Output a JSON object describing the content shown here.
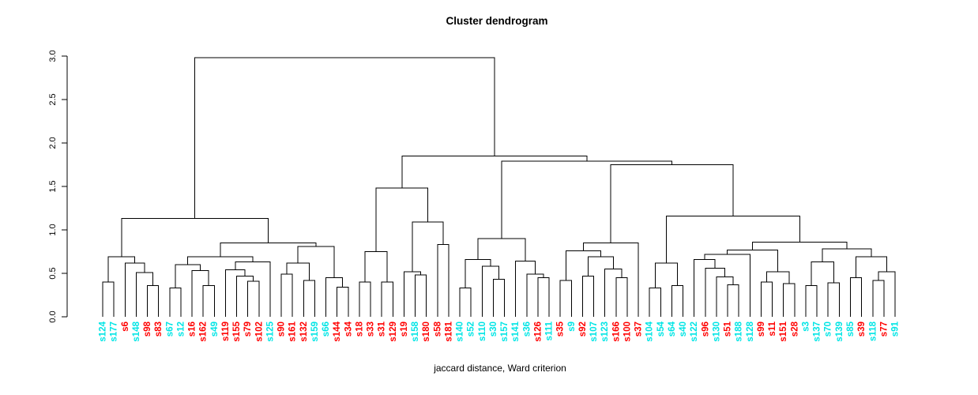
{
  "title": "Cluster dendrogram",
  "xlabel": "jaccard distance, Ward criterion",
  "colors": {
    "cluster_red": "#FF0000",
    "cluster_cyan": "#00E5E5",
    "line": "#000000",
    "axis": "#000000",
    "background": "#FFFFFF"
  },
  "chart_data": {
    "type": "dendrogram",
    "title": "Cluster dendrogram",
    "xlabel": "jaccard distance, Ward criterion",
    "ylabel": "",
    "ylim": [
      0.0,
      3.0
    ],
    "y_ticks": [
      "0.0",
      "0.5",
      "1.0",
      "1.5",
      "2.0",
      "2.5",
      "3.0"
    ],
    "grid": false,
    "legend": "none",
    "leaf_order": [
      "s124",
      "s177",
      "s6",
      "s148",
      "s98",
      "s83",
      "s67",
      "s12",
      "s16",
      "s162",
      "s49",
      "s119",
      "s155",
      "s79",
      "s102",
      "s125",
      "s90",
      "s161",
      "s132",
      "s159",
      "s66",
      "s144",
      "s34",
      "s18",
      "s33",
      "s31",
      "s129",
      "s19",
      "s158",
      "s180",
      "s58",
      "s181",
      "s140",
      "s52",
      "s110",
      "s30",
      "s157",
      "s141",
      "s36",
      "s126",
      "s111",
      "s35",
      "s9",
      "s92",
      "s107",
      "s123",
      "s166",
      "s100",
      "s37",
      "s104",
      "s54",
      "s64",
      "s40",
      "s122",
      "s96",
      "s130",
      "s51",
      "s188",
      "s128",
      "s99",
      "s11",
      "s151",
      "s28",
      "s3",
      "s137",
      "s70",
      "s139",
      "s85",
      "s39",
      "s118",
      "s77",
      "s91"
    ],
    "leaf_colors": {
      "s124": "c",
      "s177": "c",
      "s6": "r",
      "s148": "c",
      "s98": "r",
      "s83": "r",
      "s67": "c",
      "s12": "c",
      "s16": "r",
      "s162": "r",
      "s49": "c",
      "s119": "r",
      "s155": "r",
      "s79": "r",
      "s102": "r",
      "s125": "c",
      "s90": "r",
      "s161": "r",
      "s132": "r",
      "s159": "c",
      "s66": "c",
      "s144": "r",
      "s34": "r",
      "s18": "r",
      "s33": "r",
      "s31": "r",
      "s129": "r",
      "s19": "r",
      "s158": "c",
      "s180": "r",
      "s58": "r",
      "s181": "r",
      "s140": "c",
      "s52": "c",
      "s110": "c",
      "s30": "c",
      "s157": "c",
      "s141": "c",
      "s36": "c",
      "s126": "r",
      "s111": "c",
      "s35": "r",
      "s9": "c",
      "s92": "r",
      "s107": "c",
      "s123": "c",
      "s166": "r",
      "s100": "r",
      "s37": "r",
      "s104": "c",
      "s54": "c",
      "s64": "c",
      "s40": "c",
      "s122": "c",
      "s96": "r",
      "s130": "c",
      "s51": "r",
      "s188": "c",
      "s128": "c",
      "s99": "r",
      "s11": "r",
      "s151": "r",
      "s28": "r",
      "s3": "c",
      "s137": "c",
      "s70": "c",
      "s139": "c",
      "s85": "c",
      "s39": "r",
      "s118": "c",
      "s77": "r",
      "s91": "c"
    },
    "tree": [
      2.98,
      [
        1.13,
        [
          0.69,
          [
            0.4,
            "s124",
            "s177"
          ],
          [
            0.62,
            "s6",
            [
              0.51,
              "s148",
              [
                0.36,
                "s98",
                "s83"
              ]
            ]
          ]
        ],
        [
          0.85,
          [
            0.69,
            [
              0.6,
              [
                0.33,
                "s67",
                "s12"
              ],
              [
                0.53,
                "s16",
                [
                  0.36,
                  "s162",
                  "s49"
                ]
              ]
            ],
            [
              0.63,
              [
                0.54,
                "s119",
                [
                  0.47,
                  "s155",
                  [
                    0.41,
                    "s79",
                    "s102"
                  ]
                ]
              ],
              "s125"
            ]
          ],
          [
            0.81,
            [
              0.62,
              [
                0.49,
                "s90",
                "s161"
              ],
              [
                0.42,
                "s132",
                "s159"
              ]
            ],
            [
              0.45,
              "s66",
              [
                0.34,
                "s144",
                "s34"
              ]
            ]
          ]
        ]
      ],
      [
        1.85,
        [
          1.48,
          [
            0.75,
            [
              0.4,
              "s18",
              "s33"
            ],
            [
              0.4,
              "s31",
              "s129"
            ]
          ],
          [
            1.09,
            [
              0.52,
              "s19",
              [
                0.48,
                "s158",
                "s180"
              ]
            ],
            [
              0.83,
              "s58",
              "s181"
            ]
          ]
        ],
        [
          1.79,
          [
            0.9,
            [
              0.66,
              [
                0.33,
                "s140",
                "s52"
              ],
              [
                0.58,
                "s110",
                [
                  0.43,
                  "s30",
                  "s157"
                ]
              ]
            ],
            [
              0.64,
              "s141",
              [
                0.49,
                "s36",
                [
                  0.45,
                  "s126",
                  "s111"
                ]
              ]
            ]
          ],
          [
            1.75,
            [
              0.85,
              [
                0.76,
                [
                  0.42,
                  "s35",
                  "s9"
                ],
                [
                  0.69,
                  [
                    0.47,
                    "s92",
                    "s107"
                  ],
                  [
                    0.55,
                    "s123",
                    [
                      0.45,
                      "s166",
                      "s100"
                    ]
                  ]
                ]
              ],
              "s37"
            ],
            [
              1.16,
              [
                0.62,
                [
                  0.33,
                  "s104",
                  "s54"
                ],
                [
                  0.36,
                  "s64",
                  "s40"
                ]
              ],
              [
                0.86,
                [
                  0.77,
                  [
                    0.72,
                    [
                      0.66,
                      "s122",
                      [
                        0.56,
                        "s96",
                        [
                          0.46,
                          "s130",
                          [
                            0.37,
                            "s51",
                            "s188"
                          ]
                        ]
                      ]
                    ],
                    "s128"
                  ],
                  [
                    0.52,
                    [
                      0.4,
                      "s99",
                      "s11"
                    ],
                    [
                      0.38,
                      "s151",
                      "s28"
                    ]
                  ]
                ],
                [
                  0.78,
                  [
                    0.63,
                    [
                      0.36,
                      "s3",
                      "s137"
                    ],
                    [
                      0.39,
                      "s70",
                      "s139"
                    ]
                  ],
                  [
                    0.69,
                    [
                      0.45,
                      "s85",
                      "s39"
                    ],
                    [
                      0.52,
                      [
                        0.42,
                        "s118",
                        "s77"
                      ],
                      "s91"
                    ]
                  ]
                ]
              ]
            ]
          ]
        ]
      ]
    ]
  }
}
